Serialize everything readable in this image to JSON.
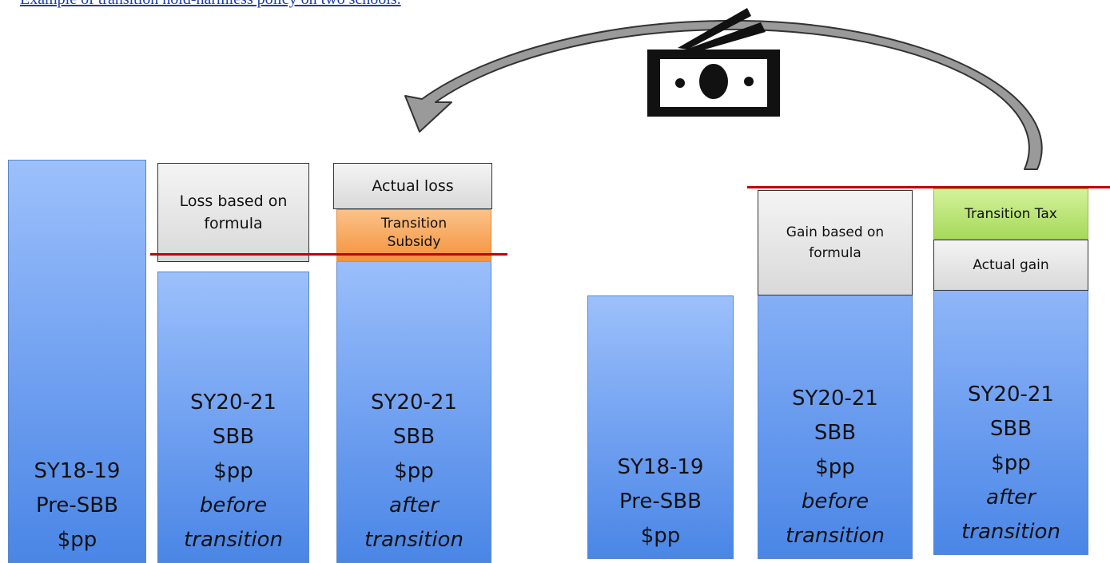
{
  "caption": "Example of transition hold-harmless policy on two schools.",
  "left_school": {
    "bar1": {
      "line1": "SY18-19",
      "line2": "Pre-SBB",
      "line3": "$pp"
    },
    "bar2": {
      "line1": "SY20-21",
      "line2": "SBB",
      "line3": "$pp",
      "line4": "before",
      "line5": "transition"
    },
    "bar3": {
      "line1": "SY20-21",
      "line2": "SBB",
      "line3": "$pp",
      "line4": "after",
      "line5": "transition"
    },
    "loss_box": {
      "line1": "Loss based on",
      "line2": "formula"
    },
    "actual_loss": "Actual loss",
    "subsidy": {
      "line1": "Transition",
      "line2": "Subsidy"
    }
  },
  "right_school": {
    "bar1": {
      "line1": "SY18-19",
      "line2": "Pre-SBB",
      "line3": "$pp"
    },
    "bar2": {
      "line1": "SY20-21",
      "line2": "SBB",
      "line3": "$pp",
      "line4": "before",
      "line5": "transition"
    },
    "bar3": {
      "line1": "SY20-21",
      "line2": "SBB",
      "line3": "$pp",
      "line4": "after",
      "line5": "transition"
    },
    "gain_box": {
      "line1": "Gain based on",
      "line2": "formula"
    },
    "tax": "Transition Tax",
    "actual_gain": "Actual gain"
  },
  "colors": {
    "bar": "#6e9ff0",
    "red_line": "#c40000",
    "subsidy": "#f4923a",
    "tax": "#a5d95a",
    "box": "#d9d9d9"
  },
  "icons": {
    "arrow": "curved-arrow-icon",
    "money": "dollar-bill-icon"
  }
}
